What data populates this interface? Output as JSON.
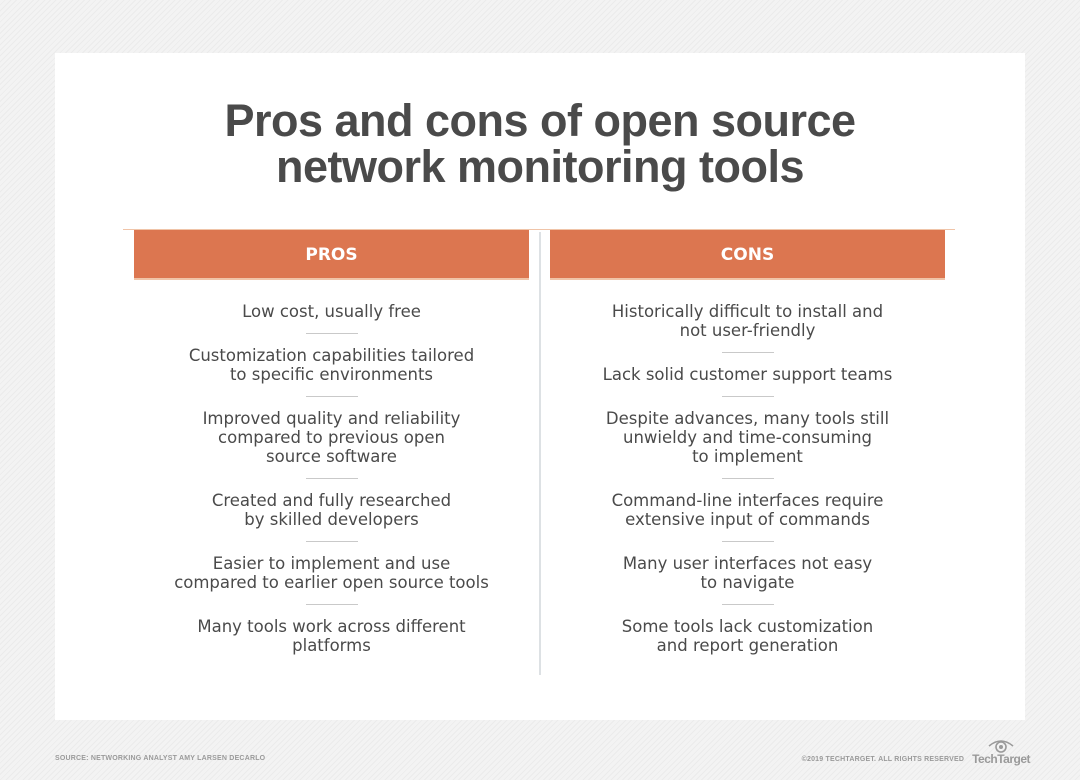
{
  "title_line1": "Pros and cons of open source",
  "title_line2": "network monitoring tools",
  "pros": {
    "header": "PROS",
    "items": [
      "Low cost, usually free",
      "Customization capabilities tailored\nto specific environments",
      "Improved quality and reliability\ncompared to previous open\nsource software",
      "Created and fully researched\nby skilled developers",
      "Easier to implement and use\ncompared to earlier open source tools",
      "Many tools work across different\nplatforms"
    ]
  },
  "cons": {
    "header": "CONS",
    "items": [
      "Historically difficult to install and\nnot user-friendly",
      "Lack solid customer support teams",
      "Despite advances, many tools still\nunwieldy and time-consuming\nto implement",
      "Command-line interfaces require\nextensive input of commands",
      "Many user interfaces not easy\nto navigate",
      "Some tools lack customization\nand report generation"
    ]
  },
  "footer": {
    "source": "SOURCE: NETWORKING ANALYST AMY LARSEN DECARLO",
    "copyright": "©2019 TECHTARGET. ALL RIGHTS RESERVED",
    "logo": "TechTarget"
  },
  "colors": {
    "accent": "#dc7650",
    "text": "#4a4a4a"
  }
}
